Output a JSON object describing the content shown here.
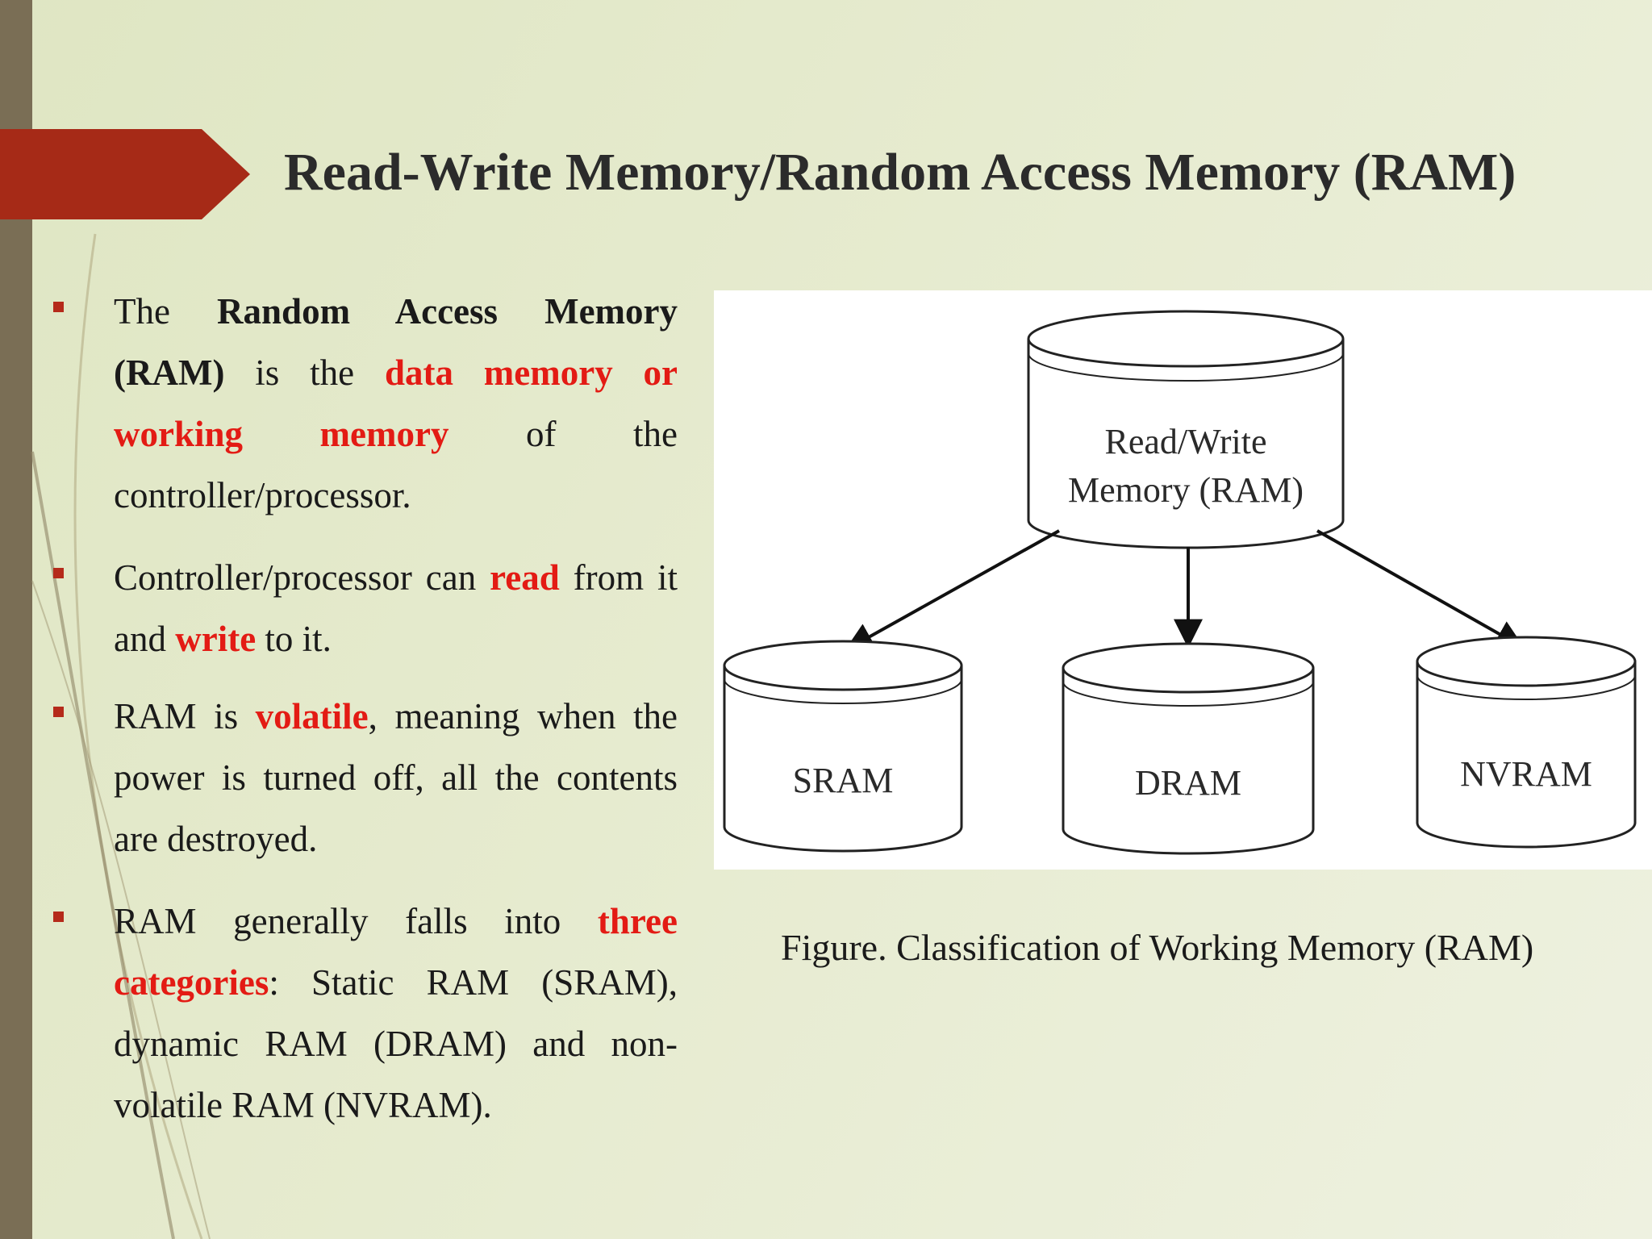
{
  "slide": {
    "title": "Read-Write Memory/Random Access Memory (RAM)"
  },
  "bullets": [
    {
      "spans": [
        {
          "text": "The ",
          "style": "normal"
        },
        {
          "text": "Random Access Memory (RAM)",
          "style": "bold"
        },
        {
          "text": " is the ",
          "style": "normal"
        },
        {
          "text": "data memory or working memory",
          "style": "red"
        },
        {
          "text": " of the controller/processor.",
          "style": "normal"
        }
      ]
    },
    {
      "spans": [
        {
          "text": "Controller/processor can ",
          "style": "normal"
        },
        {
          "text": "read",
          "style": "red"
        },
        {
          "text": " from it and ",
          "style": "normal"
        },
        {
          "text": "write",
          "style": "red"
        },
        {
          "text": " to it.",
          "style": "normal"
        }
      ]
    },
    {
      "spans": [
        {
          "text": "RAM is ",
          "style": "normal"
        },
        {
          "text": "volatile",
          "style": "red"
        },
        {
          "text": ", meaning when the power is turned off, all the contents are destroyed.",
          "style": "normal"
        }
      ]
    },
    {
      "spans": [
        {
          "text": "RAM generally falls into ",
          "style": "normal"
        },
        {
          "text": "three categories",
          "style": "red"
        },
        {
          "text": ": Static RAM (SRAM), dynamic RAM (DRAM) and non-volatile RAM (NVRAM).",
          "style": "normal"
        }
      ]
    }
  ],
  "figure": {
    "root": {
      "line1": "Read/Write",
      "line2": "Memory (RAM)"
    },
    "children": [
      "SRAM",
      "DRAM",
      "NVRAM"
    ],
    "caption": "Figure. Classification of Working Memory (RAM)"
  },
  "colors": {
    "accent_red": "#e31b14",
    "title_arrow": "#a62a17",
    "left_bar": "#7a6e55",
    "bullet_marker": "#b52a1a"
  }
}
